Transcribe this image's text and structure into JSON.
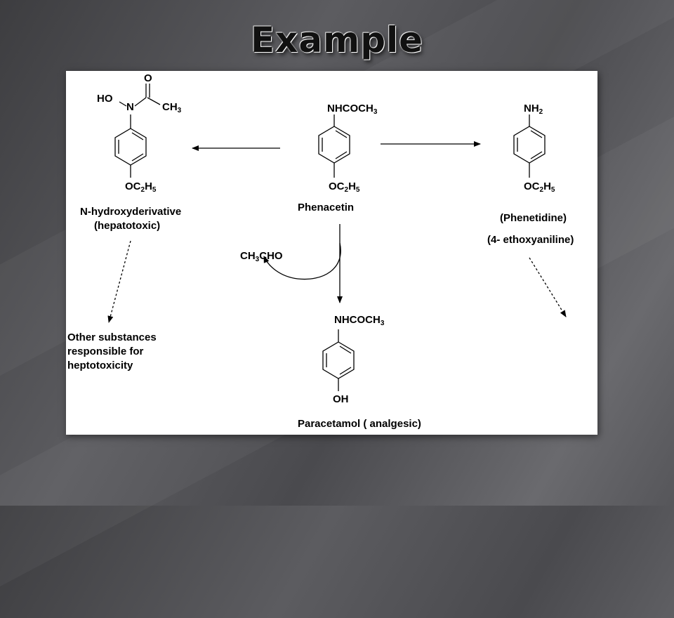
{
  "slide": {
    "title": "Example"
  },
  "diagram": {
    "phenacetin": {
      "group_top": "NHCOCH",
      "group_top_sub": "3",
      "group_bottom_a": "OC",
      "group_bottom_sub1": "2",
      "group_bottom_b": "H",
      "group_bottom_sub2": "5",
      "name": "Phenacetin"
    },
    "n_hydroxy": {
      "o_label": "O",
      "ho_label": "HO",
      "n_label": "N",
      "ch3": "CH",
      "ch3_sub": "3",
      "group_bottom_a": "OC",
      "group_bottom_sub1": "2",
      "group_bottom_b": "H",
      "group_bottom_sub2": "5",
      "name_line1": "N-hydroxyderivative",
      "name_line2": "(hepatotoxic)"
    },
    "phenetidine": {
      "group_top": "NH",
      "group_top_sub": "2",
      "group_bottom_a": "OC",
      "group_bottom_sub1": "2",
      "group_bottom_b": "H",
      "group_bottom_sub2": "5",
      "name_line1": "(Phenetidine)",
      "name_line2": "(4- ethoxyaniline)"
    },
    "paracetamol": {
      "group_top": "NHCOCH",
      "group_top_sub": "3",
      "group_bottom": "OH",
      "name": "Paracetamol ( analgesic)"
    },
    "byproduct": {
      "a": "CH",
      "sub": "3",
      "b": "CHO"
    },
    "other": {
      "line1": "Other substances",
      "line2": "responsible for",
      "line3": "heptotoxicity"
    }
  }
}
